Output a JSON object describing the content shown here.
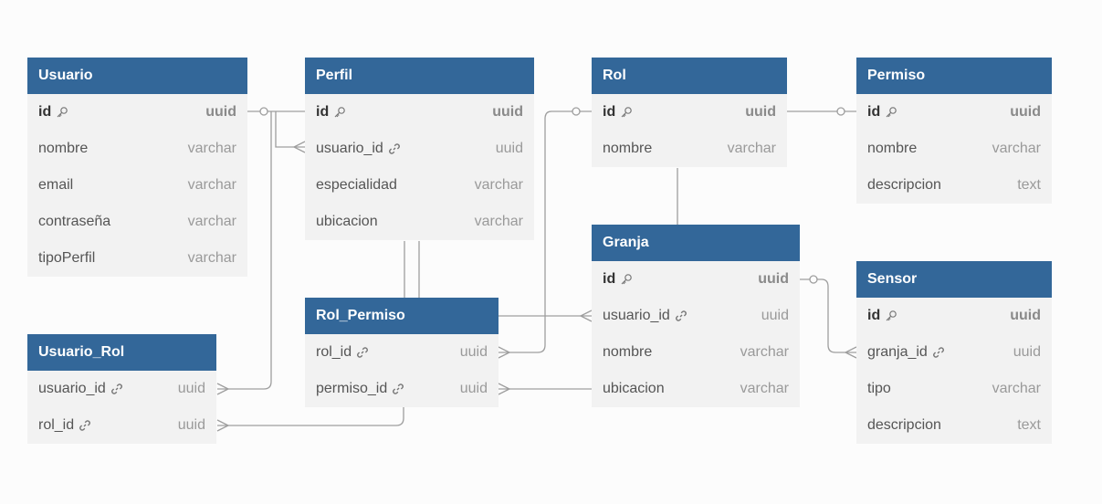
{
  "entities": {
    "usuario": {
      "title": "Usuario",
      "fields": [
        {
          "name": "id",
          "type": "uuid",
          "icon": "key-icon"
        },
        {
          "name": "nombre",
          "type": "varchar"
        },
        {
          "name": "email",
          "type": "varchar"
        },
        {
          "name": "contraseña",
          "type": "varchar"
        },
        {
          "name": "tipoPerfil",
          "type": "varchar"
        }
      ]
    },
    "perfil": {
      "title": "Perfil",
      "fields": [
        {
          "name": "id",
          "type": "uuid",
          "icon": "key-icon"
        },
        {
          "name": "usuario_id",
          "type": "uuid",
          "icon": "link-icon"
        },
        {
          "name": "especialidad",
          "type": "varchar"
        },
        {
          "name": "ubicacion",
          "type": "varchar"
        }
      ]
    },
    "rol": {
      "title": "Rol",
      "fields": [
        {
          "name": "id",
          "type": "uuid",
          "icon": "key-icon"
        },
        {
          "name": "nombre",
          "type": "varchar"
        }
      ]
    },
    "permiso": {
      "title": "Permiso",
      "fields": [
        {
          "name": "id",
          "type": "uuid",
          "icon": "key-icon"
        },
        {
          "name": "nombre",
          "type": "varchar"
        },
        {
          "name": "descripcion",
          "type": "text"
        }
      ]
    },
    "granja": {
      "title": "Granja",
      "fields": [
        {
          "name": "id",
          "type": "uuid",
          "icon": "key-icon"
        },
        {
          "name": "usuario_id",
          "type": "uuid",
          "icon": "link-icon"
        },
        {
          "name": "nombre",
          "type": "varchar"
        },
        {
          "name": "ubicacion",
          "type": "varchar"
        }
      ]
    },
    "sensor": {
      "title": "Sensor",
      "fields": [
        {
          "name": "id",
          "type": "uuid",
          "icon": "key-icon"
        },
        {
          "name": "granja_id",
          "type": "uuid",
          "icon": "link-icon"
        },
        {
          "name": "tipo",
          "type": "varchar"
        },
        {
          "name": "descripcion",
          "type": "text"
        }
      ]
    },
    "rol_permiso": {
      "title": "Rol_Permiso",
      "fields": [
        {
          "name": "rol_id",
          "type": "uuid",
          "icon": "link-icon"
        },
        {
          "name": "permiso_id",
          "type": "uuid",
          "icon": "link-icon"
        }
      ]
    },
    "usuario_rol": {
      "title": "Usuario_Rol",
      "fields": [
        {
          "name": "usuario_id",
          "type": "uuid",
          "icon": "link-icon"
        },
        {
          "name": "rol_id",
          "type": "uuid",
          "icon": "link-icon"
        }
      ]
    }
  },
  "colors": {
    "header_bg": "#336799",
    "header_text": "#ffffff",
    "body_bg": "#f2f2f2",
    "connector": "#9e9e9e"
  }
}
